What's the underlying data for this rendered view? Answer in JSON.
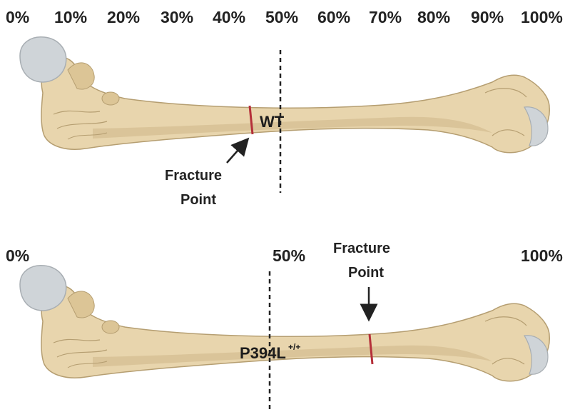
{
  "colors": {
    "bone_fill": "#e8d5ad",
    "bone_shade": "#cdb788",
    "bone_outline": "#b59e71",
    "cartilage": "#cfd4d8",
    "fracture": "#b5303a",
    "text": "#222222"
  },
  "top_panel": {
    "scale_labels": [
      "0%",
      "10%",
      "20%",
      "30%",
      "40%",
      "50%",
      "60%",
      "70%",
      "80%",
      "90%",
      "100%"
    ],
    "bone_label": "WT",
    "fracture_label_line1": "Fracture",
    "fracture_label_line2": "Point",
    "midline_percent": 50
  },
  "bottom_panel": {
    "scale_labels": [
      "0%",
      "50%",
      "100%"
    ],
    "bone_label": "P394L",
    "bone_label_sup": "+/+",
    "fracture_label_line1": "Fracture",
    "fracture_label_line2": "Point",
    "midline_percent": 50
  }
}
